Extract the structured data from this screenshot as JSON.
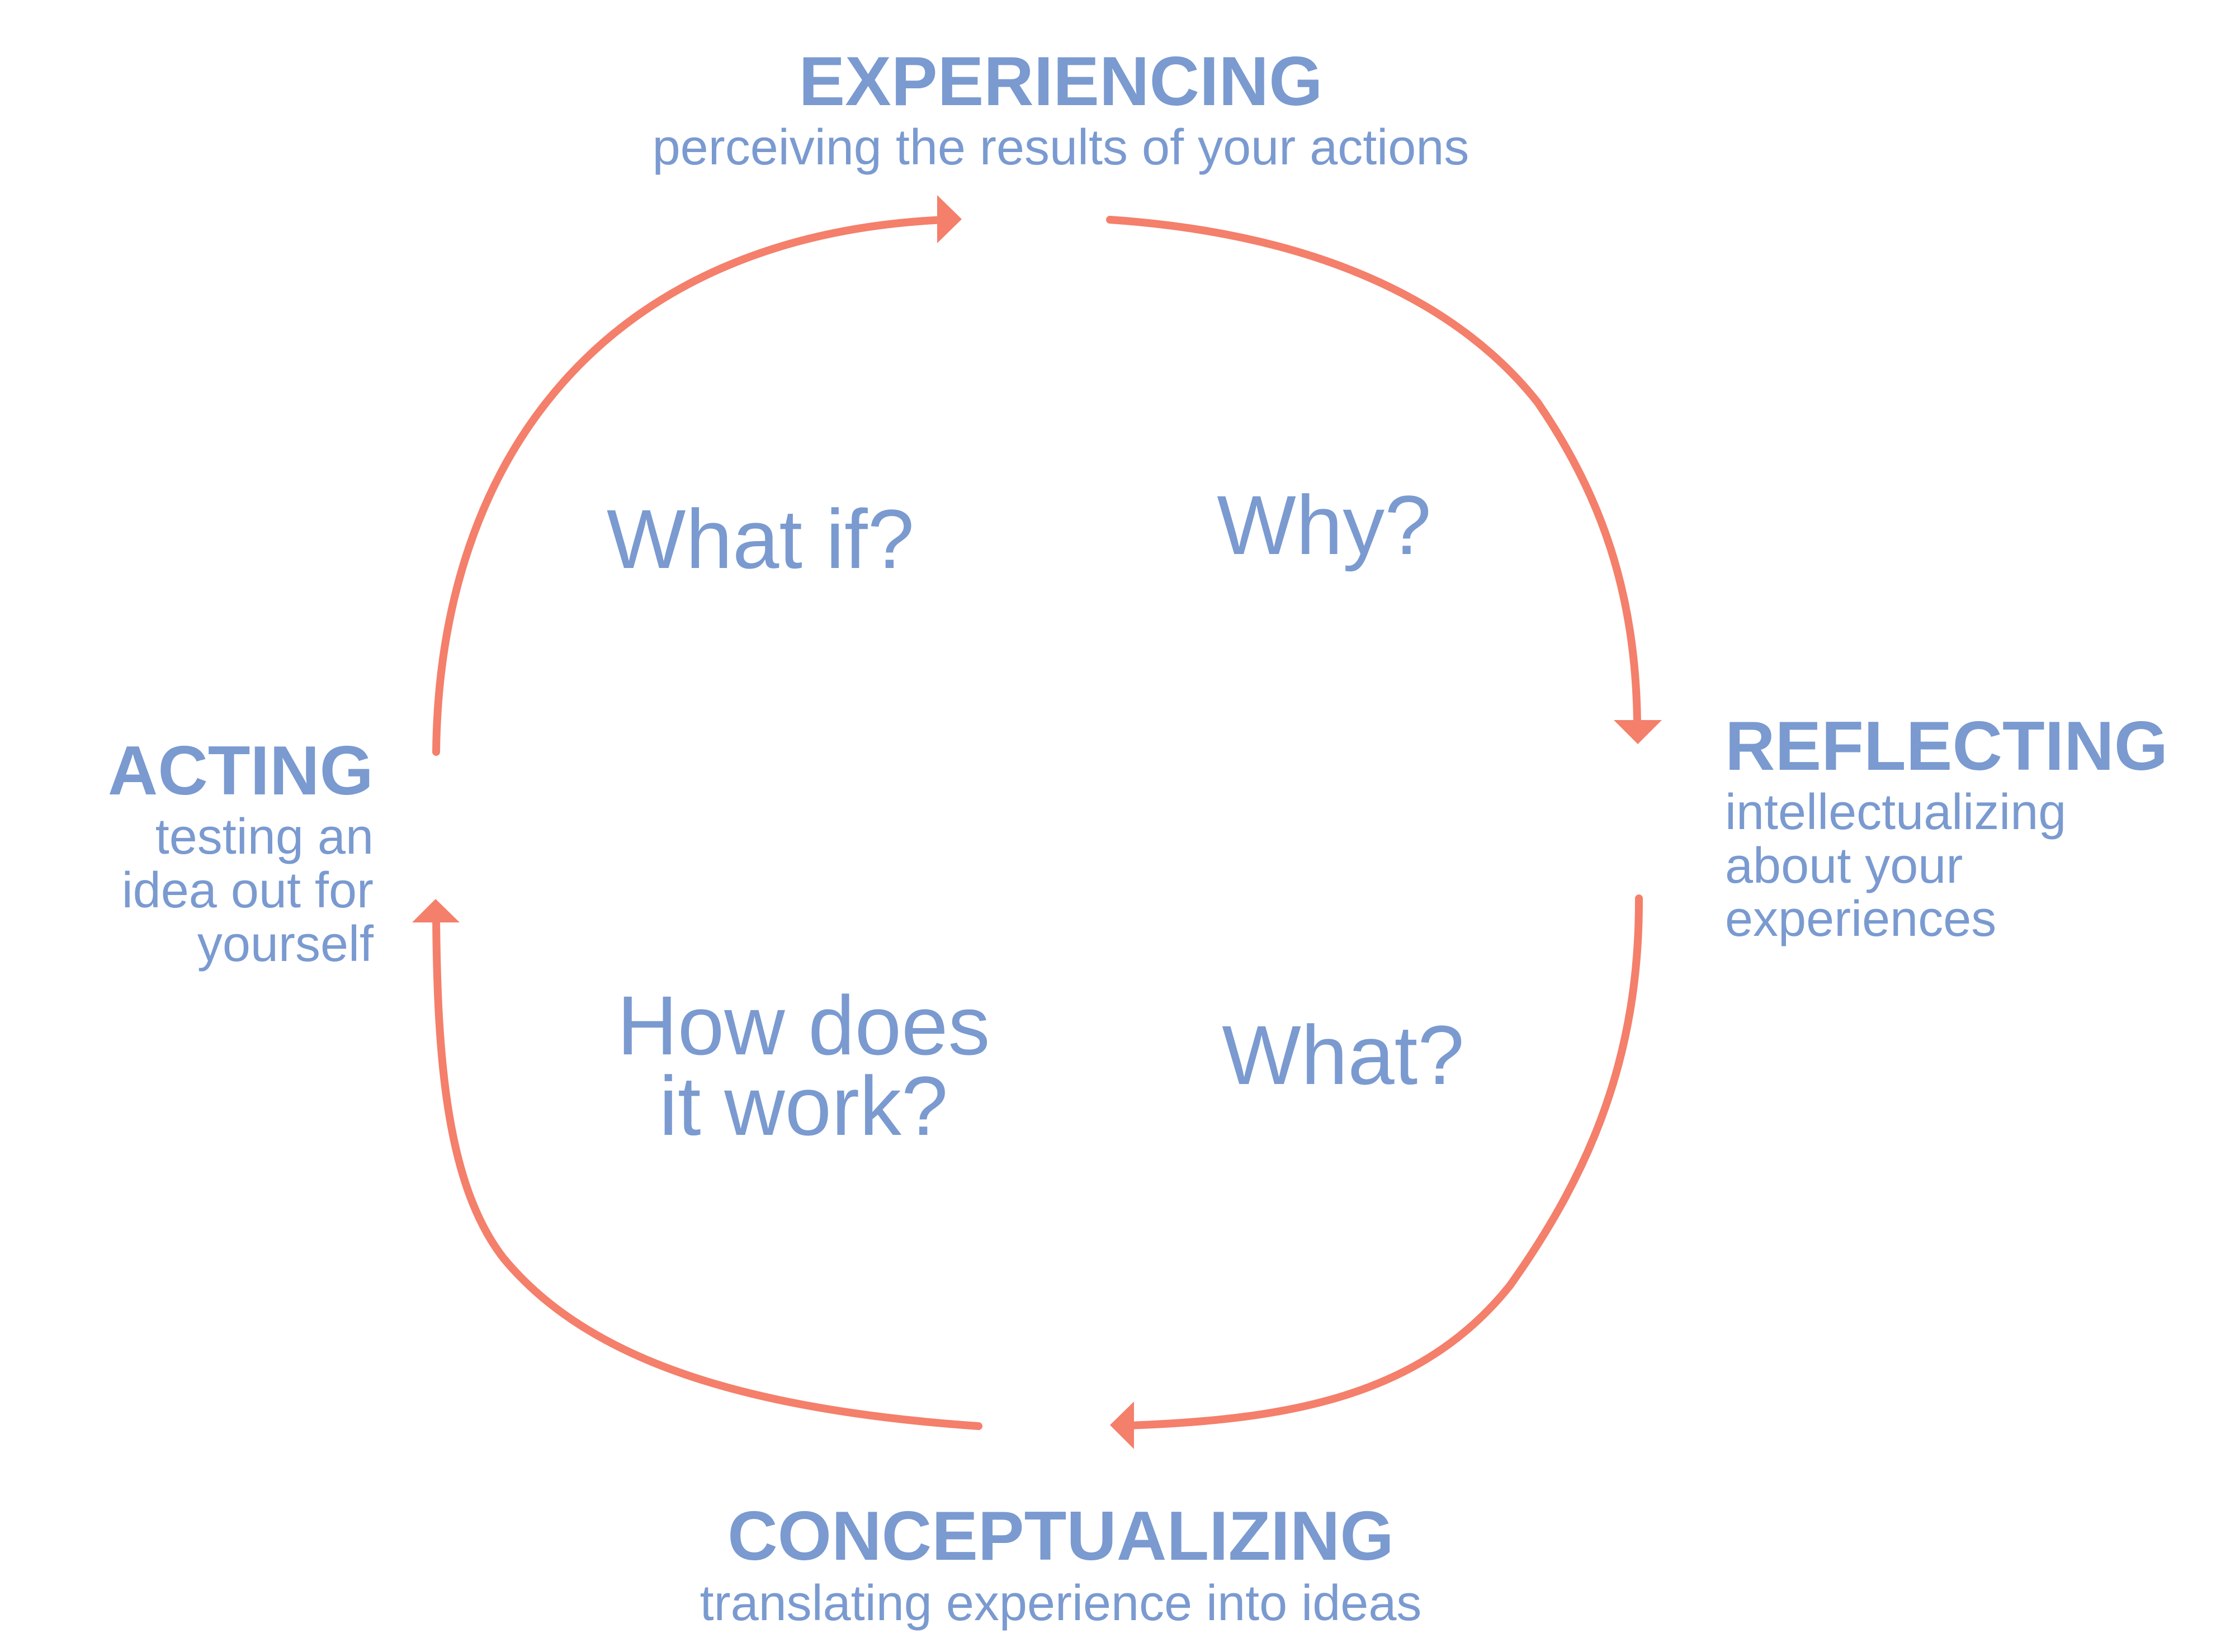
{
  "colors": {
    "text": "#7a9ad0",
    "arrow": "#f47f6b",
    "background": "#ffffff"
  },
  "stages": {
    "experiencing": {
      "title": "EXPERIENCING",
      "description": [
        "perceiving the results of your actions"
      ]
    },
    "reflecting": {
      "title": "REFLECTING",
      "description": [
        "intellectualizing",
        "about your",
        "experiences"
      ]
    },
    "conceptualizing": {
      "title": "CONCEPTUALIZING",
      "description": [
        "translating experience into ideas"
      ]
    },
    "acting": {
      "title": "ACTING",
      "description": [
        "testing an",
        "idea out for",
        "yourself"
      ]
    }
  },
  "questions": {
    "what_if": [
      "What if?"
    ],
    "why": [
      "Why?"
    ],
    "what": [
      "What?"
    ],
    "how_does_it_work": [
      "How does",
      "it work?"
    ]
  },
  "arrows": [
    {
      "from": "ACTING",
      "to": "EXPERIENCING"
    },
    {
      "from": "EXPERIENCING",
      "to": "REFLECTING"
    },
    {
      "from": "REFLECTING",
      "to": "CONCEPTUALIZING"
    },
    {
      "from": "CONCEPTUALIZING",
      "to": "ACTING"
    }
  ]
}
